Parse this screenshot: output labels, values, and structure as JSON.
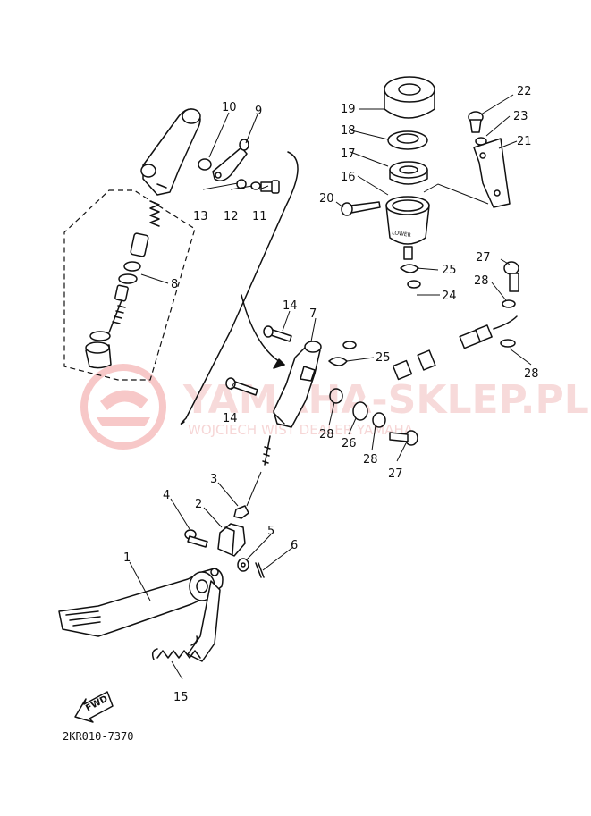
{
  "watermark": {
    "brand": "YAMAHA-SKLEP.PL",
    "dealer": "WOJCIECH WIST DEALER YAMAHA",
    "logo_color": "#e23b3b"
  },
  "drawing_code": "2KR010-7370",
  "fwd_label": "FWD",
  "part_labels": [
    {
      "id": "1",
      "text": "1"
    },
    {
      "id": "2",
      "text": "2"
    },
    {
      "id": "3",
      "text": "3"
    },
    {
      "id": "4",
      "text": "4"
    },
    {
      "id": "5",
      "text": "5"
    },
    {
      "id": "6",
      "text": "6"
    },
    {
      "id": "7",
      "text": "7"
    },
    {
      "id": "8",
      "text": "8"
    },
    {
      "id": "9",
      "text": "9"
    },
    {
      "id": "10",
      "text": "10"
    },
    {
      "id": "11",
      "text": "11"
    },
    {
      "id": "12",
      "text": "12"
    },
    {
      "id": "13",
      "text": "13"
    },
    {
      "id": "14a",
      "text": "14"
    },
    {
      "id": "14b",
      "text": "14"
    },
    {
      "id": "15",
      "text": "15"
    },
    {
      "id": "16",
      "text": "16"
    },
    {
      "id": "17",
      "text": "17"
    },
    {
      "id": "18",
      "text": "18"
    },
    {
      "id": "19",
      "text": "19"
    },
    {
      "id": "20",
      "text": "20"
    },
    {
      "id": "21",
      "text": "21"
    },
    {
      "id": "22",
      "text": "22"
    },
    {
      "id": "23",
      "text": "23"
    },
    {
      "id": "24",
      "text": "24"
    },
    {
      "id": "25a",
      "text": "25"
    },
    {
      "id": "25b",
      "text": "25"
    },
    {
      "id": "26",
      "text": "26"
    },
    {
      "id": "27a",
      "text": "27"
    },
    {
      "id": "27b",
      "text": "27"
    },
    {
      "id": "28a",
      "text": "28"
    },
    {
      "id": "28b",
      "text": "28"
    },
    {
      "id": "28c",
      "text": "28"
    },
    {
      "id": "28d",
      "text": "28"
    }
  ],
  "reservoir_text": "LOWER"
}
